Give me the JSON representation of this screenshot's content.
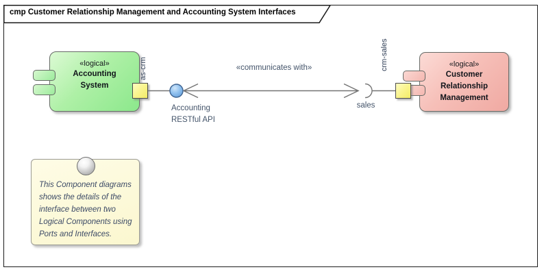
{
  "frame": {
    "title": "cmp Customer Relationship Management and Accounting System Interfaces"
  },
  "accounting_component": {
    "stereotype": "«logical»",
    "name": "Accounting System",
    "port_label": "as-crm"
  },
  "crm_component": {
    "stereotype": "«logical»",
    "name": "Customer Relationship Management",
    "port_label": "crm-sales"
  },
  "connector": {
    "label": "«communicates with»",
    "provided_interface_label": "Accounting RESTful API",
    "required_interface_label": "sales"
  },
  "note": {
    "text": "This Component diagrams shows the details of the interface between two Logical Components using Ports and Interfaces."
  },
  "colors": {
    "accounting_component_fill": "#8ce88c",
    "crm_component_fill": "#f0a9a2",
    "port_fill": "#f6ef78",
    "interface_ball_fill": "#85bbe8",
    "note_fill": "#fbf7cf",
    "connector_stroke": "#737373",
    "label_text": "#44546a",
    "frame_border": "#1b1b1b"
  }
}
